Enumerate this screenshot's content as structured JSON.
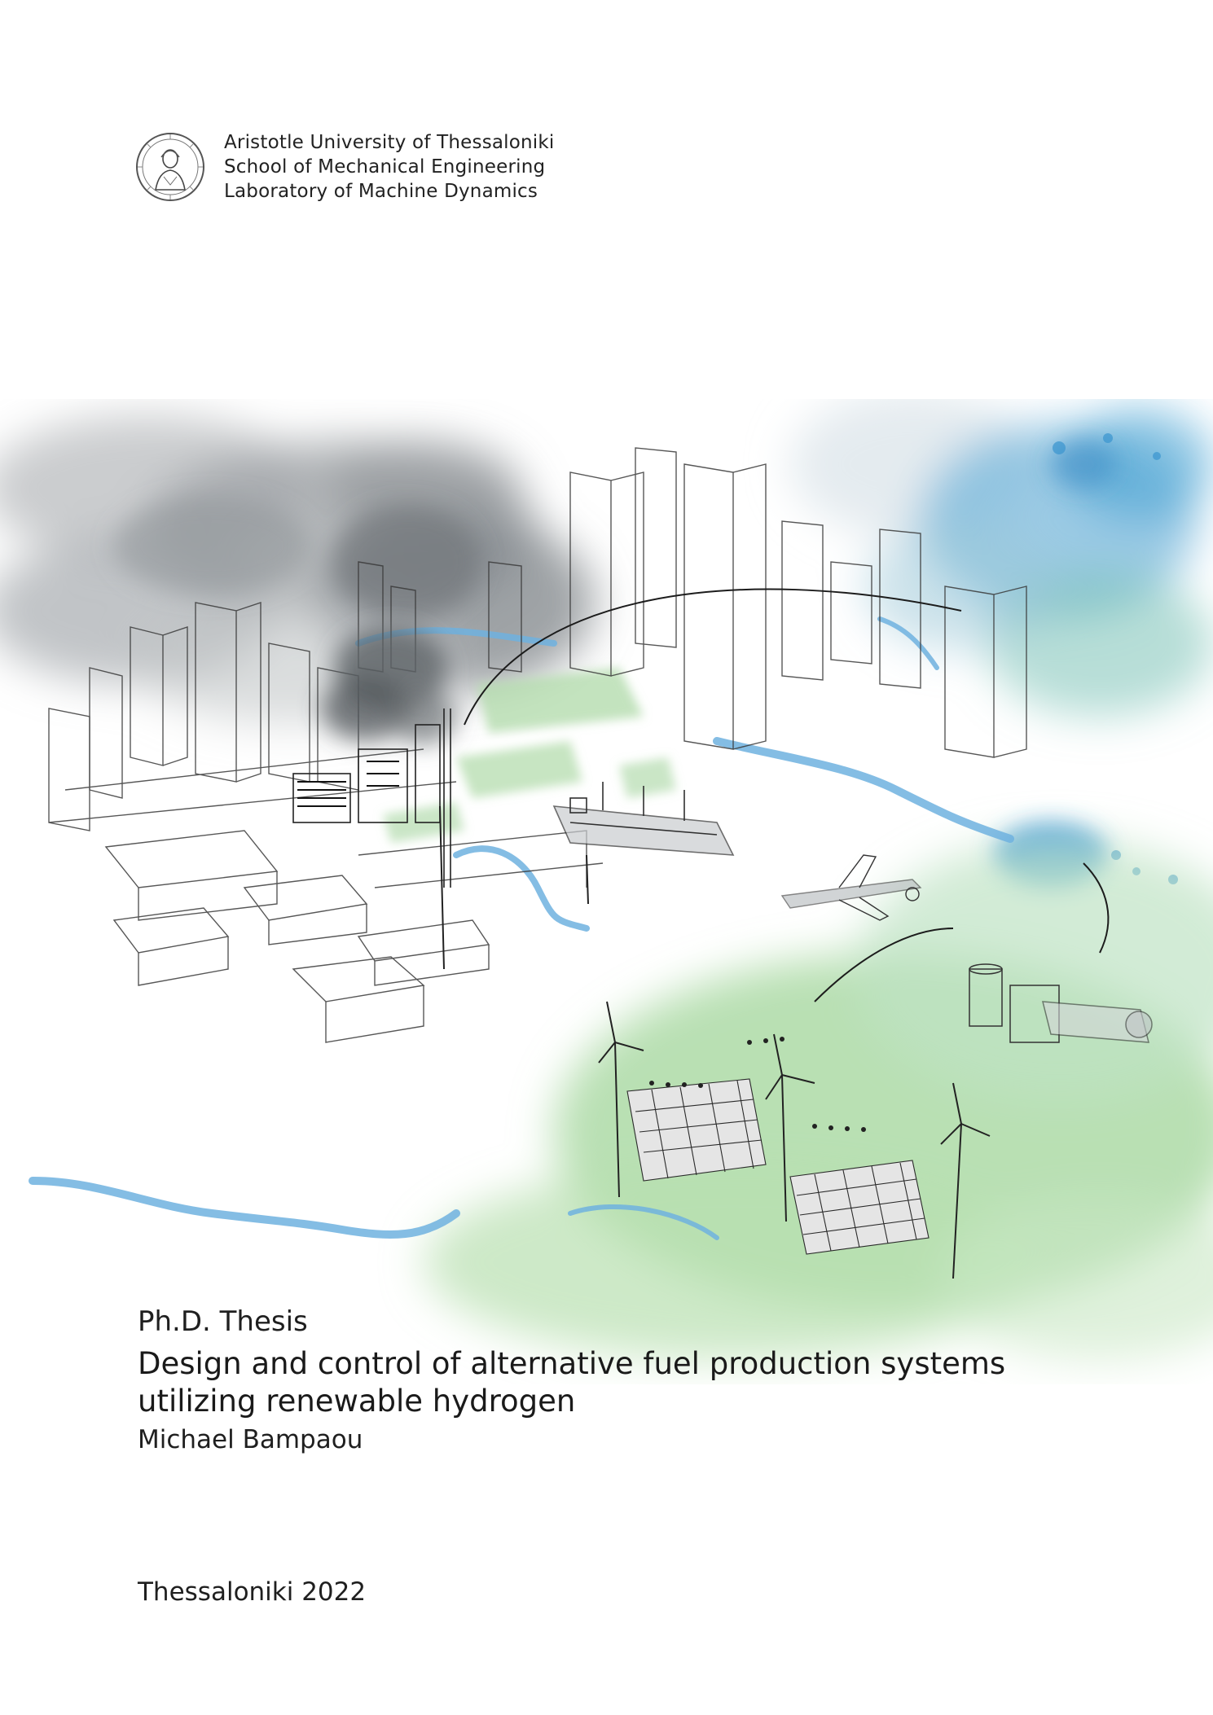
{
  "institution": {
    "university": "Aristotle University of Thessaloniki",
    "school": "School of Mechanical Engineering",
    "laboratory": "Laboratory of Machine Dynamics",
    "seal_icon": "university-seal-icon"
  },
  "cover": {
    "thesis_type": "Ph.D. Thesis",
    "title_line1": "Design and control of alternative fuel production systems",
    "title_line2": "utilizing renewable hydrogen",
    "author": "Michael Bampaou",
    "place_year": "Thessaloniki 2022"
  },
  "colors": {
    "smoke_gray": "#8a8f94",
    "water_blue": "#5ba6d6",
    "green_land": "#9fd39a",
    "sketch_line": "#3a3a3a"
  }
}
